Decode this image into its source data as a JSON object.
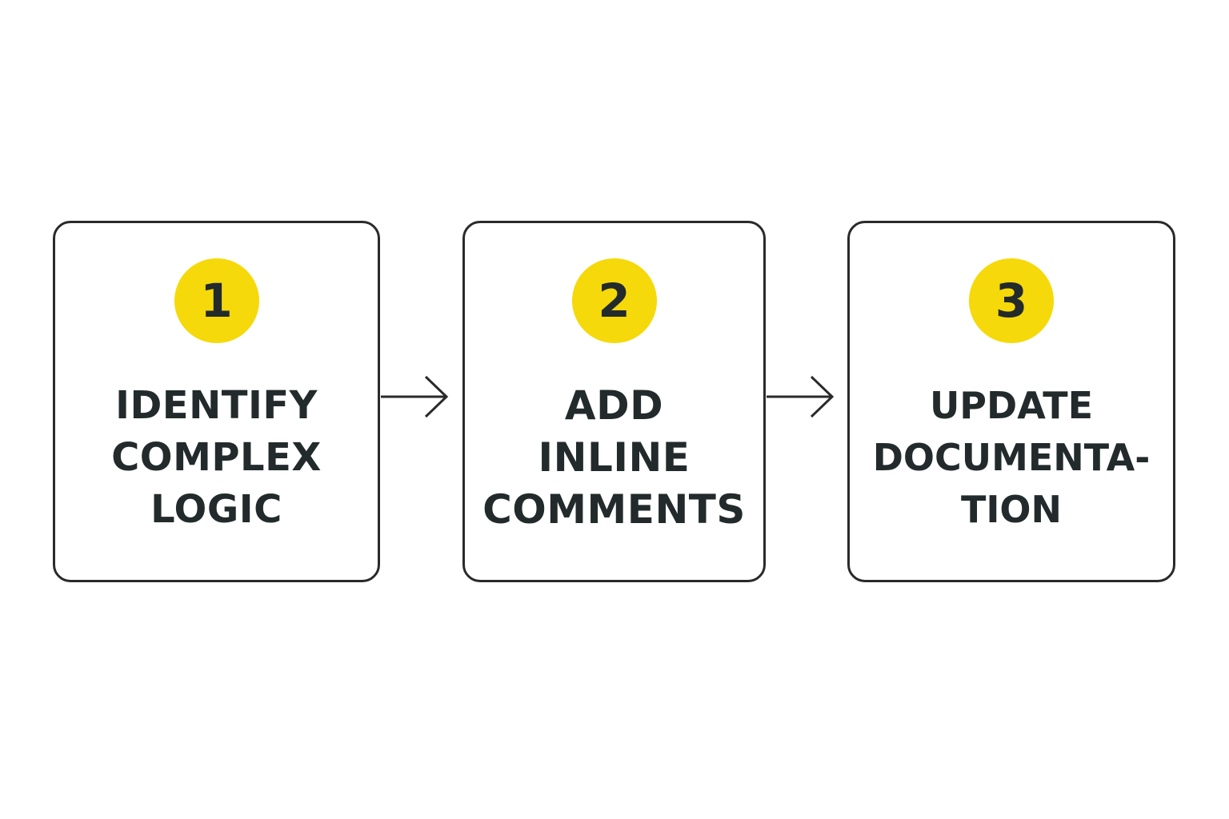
{
  "steps": [
    {
      "number": "1",
      "title_lines": [
        "IDENTIFY",
        "COMPLEX",
        "LOGIC"
      ]
    },
    {
      "number": "2",
      "title_lines": [
        "ADD",
        "INLINE",
        "COMMENTS"
      ]
    },
    {
      "number": "3",
      "title_lines": [
        "UPDATE",
        "DOCUMENTA-",
        "TION"
      ]
    }
  ],
  "colors": {
    "badge_fill": "#f5d90a",
    "text": "#222a2c",
    "border": "#2a2a2a",
    "background": "#ffffff"
  }
}
